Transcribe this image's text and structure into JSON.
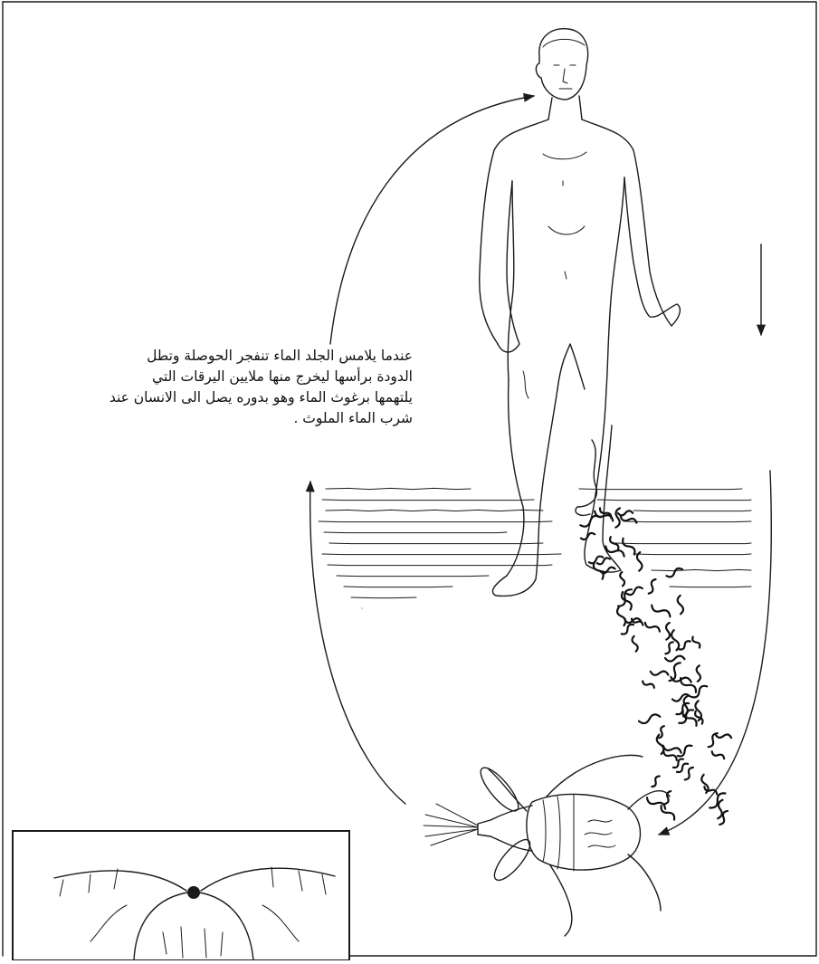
{
  "figure": {
    "caption_lines": [
      "عندما يلامس الجلد الماء تنفجر الحوصلة وتطل",
      "الدودة برأسها ليخرج منها ملايين اليرقات التي",
      "يلتهمها برغوث الماء وهو بدوره يصل الى الانسان عند",
      "شرب الماء الملوث ."
    ],
    "ink_color": "#1a1a1a",
    "background_color": "#ffffff"
  }
}
